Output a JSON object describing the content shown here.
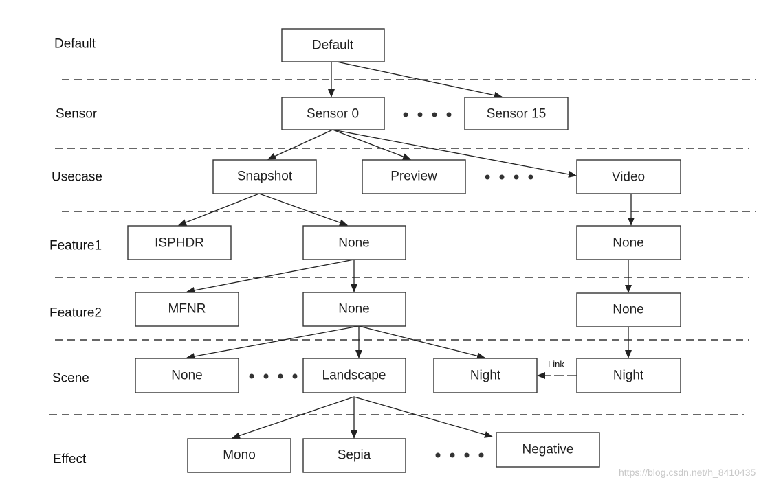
{
  "rows": {
    "default": "Default",
    "sensor": "Sensor",
    "usecase": "Usecase",
    "feature1": "Feature1",
    "feature2": "Feature2",
    "scene": "Scene",
    "effect": "Effect"
  },
  "nodes": {
    "default": "Default",
    "sensor0": "Sensor 0",
    "sensor15": "Sensor 15",
    "snapshot": "Snapshot",
    "preview": "Preview",
    "video": "Video",
    "isphdr": "ISPHDR",
    "f1_none": "None",
    "f1_video_none": "None",
    "mfnr": "MFNR",
    "f2_none": "None",
    "f2_video_none": "None",
    "scene_none": "None",
    "landscape": "Landscape",
    "night": "Night",
    "video_night": "Night",
    "mono": "Mono",
    "sepia": "Sepia",
    "negative": "Negative"
  },
  "link_label": "Link",
  "watermark_url": "https://blog.csdn.net/h_8410435"
}
